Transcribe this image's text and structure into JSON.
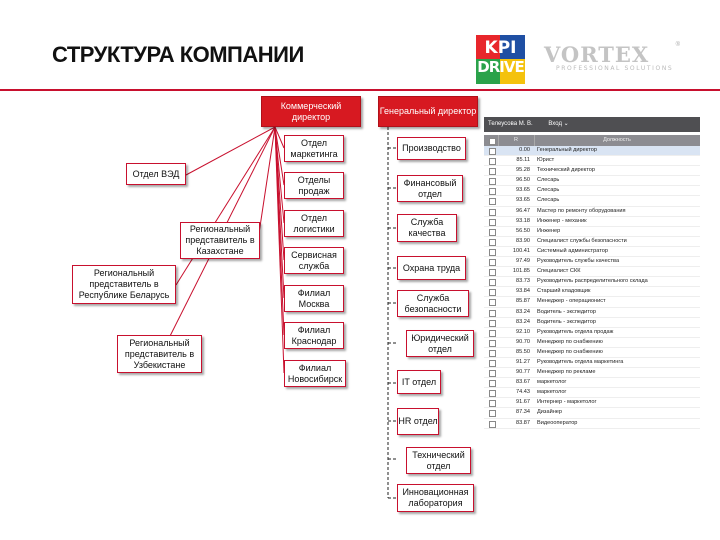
{
  "title": "СТРУКТУРА КОМПАНИИ",
  "logos": {
    "kpi_line1": "KPI",
    "kpi_line2": "DRIVE",
    "vortex_name": "VORTEX",
    "vortex_tagline": "PROFESSIONAL SOLUTIONS",
    "vortex_reg": "®"
  },
  "colors": {
    "accent": "#c8102e",
    "head_fill": "#d71921"
  },
  "org": {
    "commercial_director": "Коммерческий директор",
    "general_director": "Генеральный директор",
    "commercial_units": [
      "Отдел маркетинга",
      "Отделы продаж",
      "Отдел логистики",
      "Сервисная служба",
      "Филиал Москва",
      "Филиал Краснодар",
      "Филиал Новосибирск"
    ],
    "commercial_side": [
      "Отдел ВЭД",
      "Региональный представитель в Казахстане",
      "Региональный представитель в Республике Беларусь",
      "Региональный представитель в Узбекистане"
    ],
    "general_units": [
      "Производство",
      "Финансовый отдел",
      "Служба качества",
      "Охрана труда",
      "Служба безопасности",
      "Юридический отдел",
      "IT отдел",
      "HR отдел",
      "Технический отдел",
      "Инновационная лаборатория"
    ]
  },
  "table": {
    "user": "Телеусова М. В.",
    "menu": "Вход ⌄",
    "col_r": "R",
    "col_position": "Должность",
    "rows": [
      {
        "r": "0.00",
        "position": "Генеральный директор",
        "selected": true
      },
      {
        "r": "85.11",
        "position": "Юрист"
      },
      {
        "r": "95.28",
        "position": "Технический директор"
      },
      {
        "r": "96.50",
        "position": "Слесарь"
      },
      {
        "r": "93.65",
        "position": "Слесарь"
      },
      {
        "r": "93.65",
        "position": "Слесарь"
      },
      {
        "r": "96.47",
        "position": "Мастер по ремонту оборудования"
      },
      {
        "r": "93.18",
        "position": "Инженер - механик"
      },
      {
        "r": "56.50",
        "position": "Инженер"
      },
      {
        "r": "83.90",
        "position": "Специалист службы безопасности"
      },
      {
        "r": "100.41",
        "position": "Системный администратор"
      },
      {
        "r": "97.49",
        "position": "Руководитель службы качества"
      },
      {
        "r": "101.85",
        "position": "Специалист СКК"
      },
      {
        "r": "83.73",
        "position": "Руководитель распределительного склада"
      },
      {
        "r": "93.84",
        "position": "Старший кладовщик"
      },
      {
        "r": "85.87",
        "position": "Менеджер - операционист"
      },
      {
        "r": "83.24",
        "position": "Водитель - экспедитор"
      },
      {
        "r": "83.24",
        "position": "Водитель - экспедитор"
      },
      {
        "r": "92.10",
        "position": "Руководитель отдела продаж"
      },
      {
        "r": "90.70",
        "position": "Менеджер по снабжению"
      },
      {
        "r": "85.50",
        "position": "Менеджер по снабжению"
      },
      {
        "r": "91.27",
        "position": "Руководитель отдела маркетинга"
      },
      {
        "r": "90.77",
        "position": "Менеджер по рекламе"
      },
      {
        "r": "83.67",
        "position": "маркетолог"
      },
      {
        "r": "74.43",
        "position": "маркетолог"
      },
      {
        "r": "91.67",
        "position": "Интернер - маркетолог"
      },
      {
        "r": "87.34",
        "position": "Дизайнер"
      },
      {
        "r": "83.87",
        "position": "Видеооператор"
      }
    ]
  }
}
